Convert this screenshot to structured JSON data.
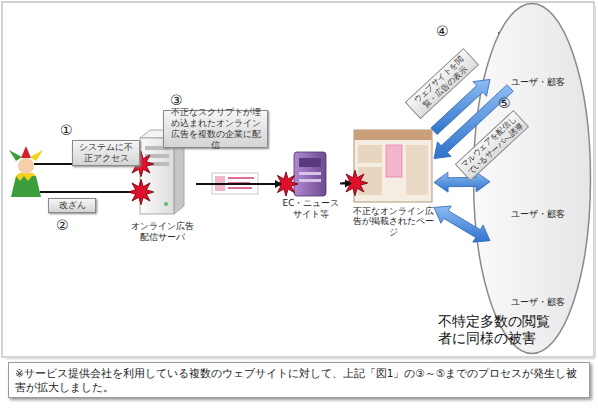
{
  "diagram": {
    "nodes": [
      {
        "text": [
          "システムに不正アクセス"
        ]
      },
      {
        "text": [
          "改ざん"
        ]
      },
      {
        "text": [
          "オンライン広告配信サーバ"
        ]
      },
      {
        "text": [
          "不正なスクリプトが埋め込まれたオンライン広告を複数の企業に配信"
        ]
      },
      {
        "text": [
          "EC・ニュースサイト等"
        ]
      },
      {
        "text": [
          "不正なオンライン広告が掲載されたページ"
        ]
      },
      {
        "text": [
          "不特定多数の閲覧者に同様の被害"
        ]
      },
      {
        "text": [
          "ユーザ・顧客"
        ],
        "in": 6
      },
      {
        "text": [
          "ユーザ・顧客"
        ],
        "in": 6
      },
      {
        "text": [
          "ユーザ・顧客"
        ],
        "in": 6
      },
      {
        "text": [
          "※サービス提供会社を利用している複数のウェブサイトに対して、上記「図1」の③～⑤までのプロセスが発生し被害が拡大しました。"
        ]
      }
    ],
    "edges": [
      {
        "from": 2,
        "to": 4,
        "arrow": "to"
      },
      {
        "from": 4,
        "to": 5,
        "arrow": "to"
      },
      {
        "from": 5,
        "to": 7,
        "label": "ウェブサイトを閲覧・広告の表示",
        "arrow": "to"
      },
      {
        "from": 7,
        "to": 5,
        "label": "マルウェアを配信しているサーバへ誘導",
        "arrow": "to"
      },
      {
        "from": 5,
        "to": 8,
        "arrow": "both"
      },
      {
        "from": 5,
        "to": 9,
        "arrow": "both"
      }
    ],
    "labels": [
      "①",
      "②",
      "③",
      "④",
      "⑤"
    ]
  }
}
